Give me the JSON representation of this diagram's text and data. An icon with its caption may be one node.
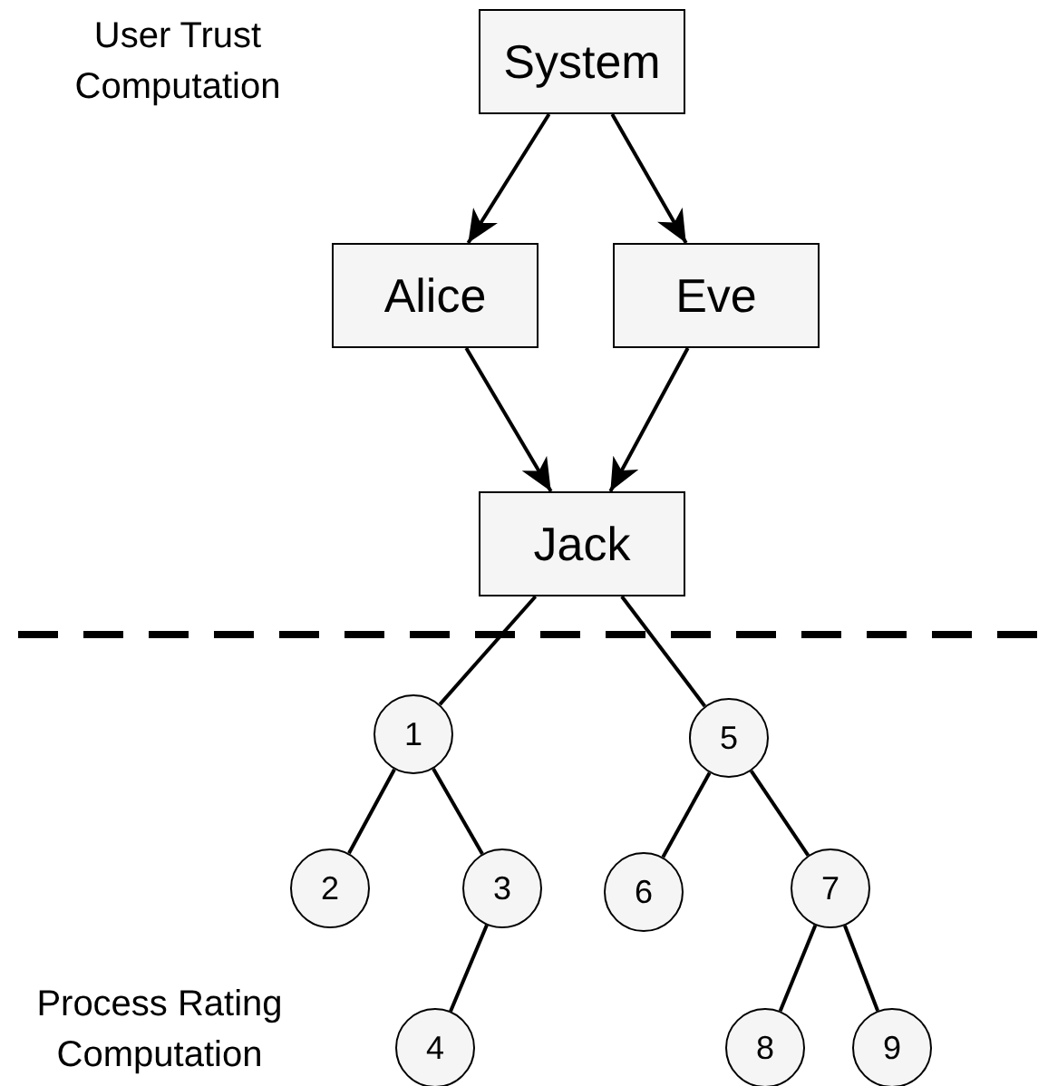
{
  "diagram": {
    "nodes": [
      {
        "text": [
          "System"
        ]
      },
      {
        "text": [
          "Alice"
        ]
      },
      {
        "text": [
          "Eve"
        ]
      },
      {
        "text": [
          "Jack"
        ]
      },
      {
        "text": [
          "1"
        ]
      },
      {
        "text": [
          "5"
        ]
      },
      {
        "text": [
          "2"
        ]
      },
      {
        "text": [
          "3"
        ]
      },
      {
        "text": [
          "6"
        ]
      },
      {
        "text": [
          "7"
        ]
      },
      {
        "text": [
          "4"
        ]
      },
      {
        "text": [
          "8"
        ]
      },
      {
        "text": [
          "9"
        ]
      }
    ],
    "edges": [
      {
        "from": 0,
        "to": 1,
        "arrow": "to"
      },
      {
        "from": 0,
        "to": 2,
        "arrow": "to"
      },
      {
        "from": 1,
        "to": 3,
        "arrow": "to"
      },
      {
        "from": 2,
        "to": 3,
        "arrow": "to"
      },
      {
        "from": 3,
        "to": 4,
        "arrow": "none"
      },
      {
        "from": 3,
        "to": 5,
        "arrow": "none"
      },
      {
        "from": 4,
        "to": 6,
        "arrow": "none"
      },
      {
        "from": 4,
        "to": 7,
        "arrow": "none"
      },
      {
        "from": 7,
        "to": 10,
        "arrow": "none"
      },
      {
        "from": 5,
        "to": 8,
        "arrow": "none"
      },
      {
        "from": 5,
        "to": 9,
        "arrow": "none"
      },
      {
        "from": 9,
        "to": 11,
        "arrow": "none"
      },
      {
        "from": 9,
        "to": 12,
        "arrow": "none"
      }
    ],
    "labels": [
      "User Trust Computation",
      "Process Rating Computation"
    ]
  }
}
